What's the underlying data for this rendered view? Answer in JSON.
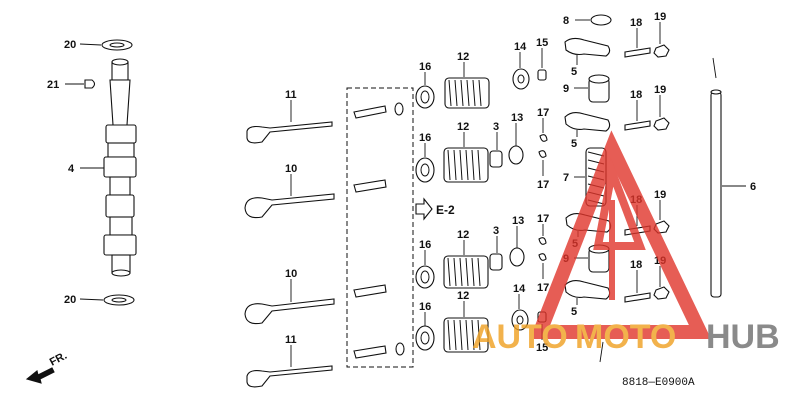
{
  "diagram": {
    "labels": {
      "p20_top": "20",
      "p21": "21",
      "p4": "4",
      "p20_bottom": "20",
      "p11_top": "11",
      "p10_top": "10",
      "p10_bottom": "10",
      "p11_bottom": "11",
      "p16_a": "16",
      "p12_a": "12",
      "p14_a": "14",
      "p15_a": "15",
      "p16_b": "16",
      "p12_b": "12",
      "p3_a": "3",
      "p13_a": "13",
      "p16_c": "16",
      "p12_c": "12",
      "p3_b": "3",
      "p13_b": "13",
      "p16_d": "16",
      "p12_d": "12",
      "p14_b": "14",
      "p15_b": "15",
      "p17_a": "17",
      "p17_b": "17",
      "p17_c": "17",
      "p17_d": "17",
      "p8": "8",
      "p18_a": "18",
      "p19_a": "19",
      "p5_a": "5",
      "p9_a": "9",
      "p18_b": "18",
      "p19_b": "19",
      "p5_b": "5",
      "p7": "7",
      "p18_c": "18",
      "p19_c": "19",
      "p5_c": "5",
      "p9_b": "9",
      "p18_d": "18",
      "p19_d": "19",
      "p5_d": "5",
      "p6": "6"
    },
    "ref_e2": "E-2",
    "front_label": "FR.",
    "diagram_code": "8818—E0900A"
  },
  "watermark": {
    "text_auto": "AUTO",
    "text_moto": "MOTO",
    "text_hub": "HUB",
    "color_red": "#e0352b",
    "color_orange": "#f0a020",
    "color_grey": "#6d6d6d"
  }
}
